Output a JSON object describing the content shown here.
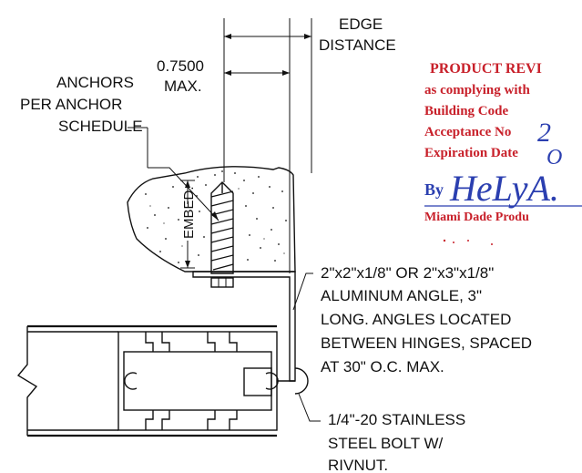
{
  "labels": {
    "edge_distance_line1": "EDGE",
    "edge_distance_line2": "DISTANCE",
    "dimension_value": "0.7500",
    "dimension_max": "MAX.",
    "anchors_line1": "ANCHORS",
    "anchors_line2": "PER ANCHOR",
    "anchors_line3": "SCHEDULE",
    "embed": "EMBED.",
    "angle_line1": "2\"x2\"x1/8\" OR 2\"x3\"x1/8\"",
    "angle_line2": "ALUMINUM ANGLE, 3\"",
    "angle_line3": "LONG. ANGLES LOCATED",
    "angle_line4": "BETWEEN HINGES, SPACED",
    "angle_line5": "AT 30\" O.C. MAX.",
    "bolt_line1": "1/4\"-20 STAINLESS",
    "bolt_line2": "STEEL BOLT W/",
    "bolt_line3": "RIVNUT."
  },
  "stamp": {
    "line1": "PRODUCT REVI",
    "line2": "as complying with",
    "line3": "Building Code",
    "line4": "Acceptance No",
    "line5": "Expiration Date",
    "line6": "Miami Dade Produ",
    "by": "By",
    "acceptance_handwritten": "2",
    "expiration_handwritten": "O",
    "signature": "HeLyA.",
    "red_color": "#c8202a",
    "blue_color": "#2b3fb0"
  },
  "colors": {
    "ink": "#111111",
    "background": "#ffffff"
  }
}
